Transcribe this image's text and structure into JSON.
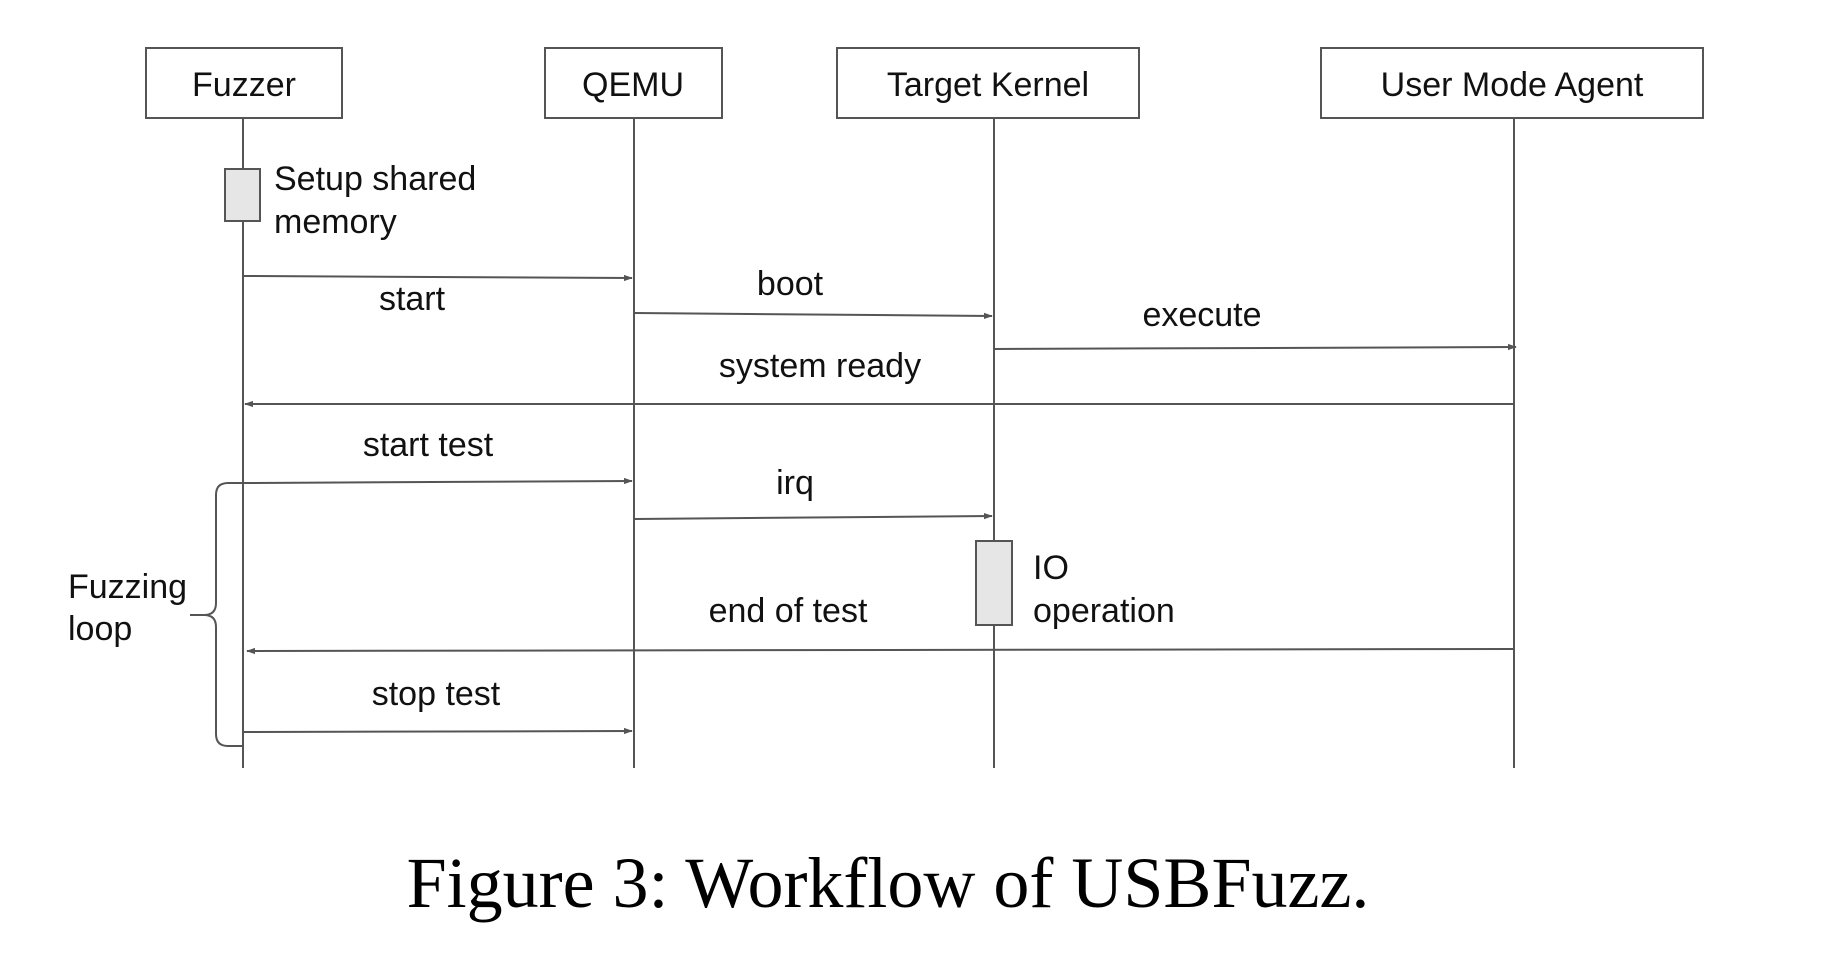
{
  "participants": [
    "Fuzzer",
    "QEMU",
    "Target Kernel",
    "User Mode Agent"
  ],
  "activations": [
    {
      "lines": [
        "Setup shared",
        "memory"
      ]
    },
    {
      "lines": [
        "IO",
        "operation"
      ]
    }
  ],
  "messages": [
    "start",
    "boot",
    "execute",
    "system ready",
    "start test",
    "irq",
    "end of test",
    "stop test"
  ],
  "loop_label": [
    "Fuzzing",
    "loop"
  ],
  "caption": "Figure 3: Workflow of USBFuzz.",
  "colors": {
    "line": "#555555",
    "box_stroke": "#555555",
    "activation_fill": "#e6e6e6",
    "text": "#111111"
  }
}
